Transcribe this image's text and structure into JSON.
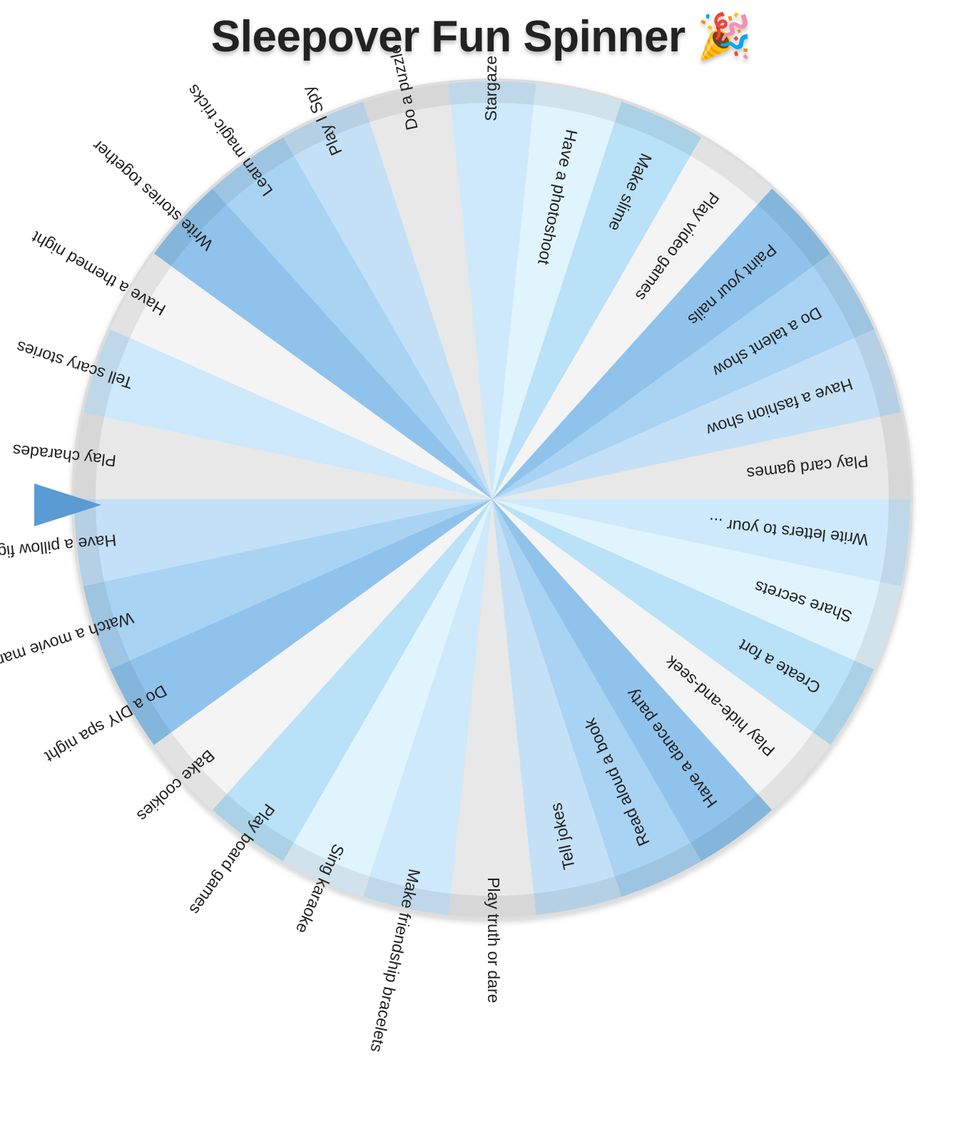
{
  "title": "Sleepover Fun Spinner",
  "title_emoji": "🎉",
  "pointer_icon": "triangle-pointer-icon",
  "colors": {
    "text": "#222222",
    "pointer": "#5a9bd4",
    "rim": "#d8d8d8",
    "palette": [
      "#e8e8e8",
      "#cde9fb",
      "#e0f4fd",
      "#b9e1f8",
      "#f4f4f4",
      "#8fc3ec",
      "#a9d3f3",
      "#c3e0f7"
    ]
  },
  "wheel": {
    "segments": [
      {
        "label": "Stargaze",
        "color": "#cde9fb"
      },
      {
        "label": "Have a photoshoot",
        "color": "#e0f4fd"
      },
      {
        "label": "Make slime",
        "color": "#b9e1f8"
      },
      {
        "label": "Play video games",
        "color": "#f4f4f4"
      },
      {
        "label": "Paint your nails",
        "color": "#8fc3ec"
      },
      {
        "label": "Do a talent show",
        "color": "#a9d3f3"
      },
      {
        "label": "Have a fashion show",
        "color": "#c3e0f7"
      },
      {
        "label": "Play card games",
        "color": "#e8e8e8"
      },
      {
        "label": "Write letters to your ...",
        "color": "#cde9fb"
      },
      {
        "label": "Share secrets",
        "color": "#e0f4fd"
      },
      {
        "label": "Create a fort",
        "color": "#b9e1f8"
      },
      {
        "label": "Play hide-and-seek",
        "color": "#f4f4f4"
      },
      {
        "label": "Have a dance party",
        "color": "#8fc3ec"
      },
      {
        "label": "Read aloud a book",
        "color": "#a9d3f3"
      },
      {
        "label": "Tell jokes",
        "color": "#c3e0f7"
      },
      {
        "label": "Play truth or dare",
        "color": "#e8e8e8"
      },
      {
        "label": "Make friendship bracelets",
        "color": "#cde9fb"
      },
      {
        "label": "Sing karaoke",
        "color": "#e0f4fd"
      },
      {
        "label": "Play board games",
        "color": "#b9e1f8"
      },
      {
        "label": "Bake cookies",
        "color": "#f4f4f4"
      },
      {
        "label": "Do a DIY spa night",
        "color": "#8fc3ec"
      },
      {
        "label": "Watch a movie marathon",
        "color": "#a9d3f3"
      },
      {
        "label": "Have a pillow fight",
        "color": "#c3e0f7"
      },
      {
        "label": "Play charades",
        "color": "#e8e8e8"
      },
      {
        "label": "Tell scary stories",
        "color": "#cde9fb"
      },
      {
        "label": "Have a themed night",
        "color": "#f4f4f4"
      },
      {
        "label": "Write stories together",
        "color": "#8fc3ec"
      },
      {
        "label": "Learn magic tricks",
        "color": "#a9d3f3"
      },
      {
        "label": "Play I Spy",
        "color": "#c3e0f7"
      },
      {
        "label": "Do a puzzle",
        "color": "#e8e8e8"
      }
    ]
  }
}
